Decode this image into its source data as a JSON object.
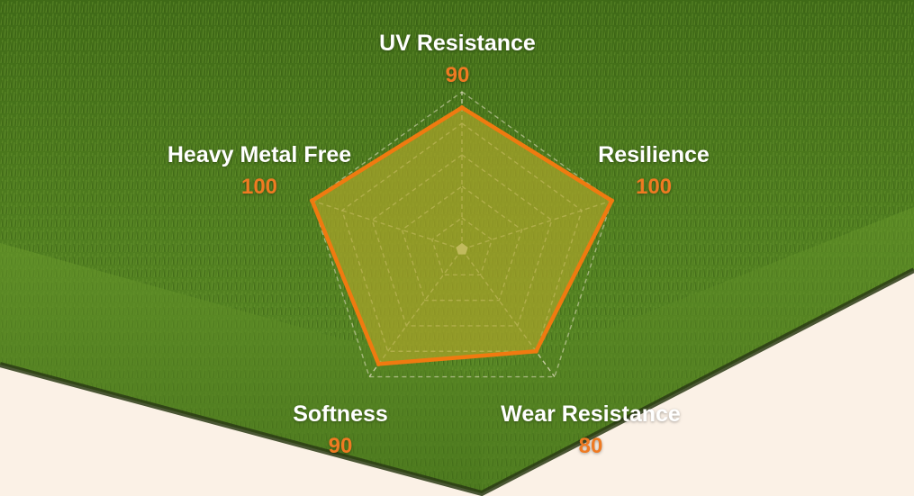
{
  "chart_data": {
    "type": "radar",
    "categories": [
      "UV Resistance",
      "Resilience",
      "Wear Resistance",
      "Softness",
      "Heavy Metal Free"
    ],
    "values": [
      90,
      100,
      80,
      90,
      100
    ],
    "value_labels": [
      "90",
      "100",
      "80",
      "90",
      "100"
    ],
    "rmax": 100,
    "rings": 5,
    "grid": true,
    "grid_style": "dashed",
    "colors": {
      "line": "#f07a10",
      "value_text": "#ef7a22",
      "fill": "#a9a42a",
      "grid": "#e8e2c8",
      "label_text": "#ffffff"
    }
  },
  "background": {
    "subject": "artificial turf",
    "colors": {
      "grass": "#4e7a20",
      "base": "#fbf1e6"
    }
  }
}
